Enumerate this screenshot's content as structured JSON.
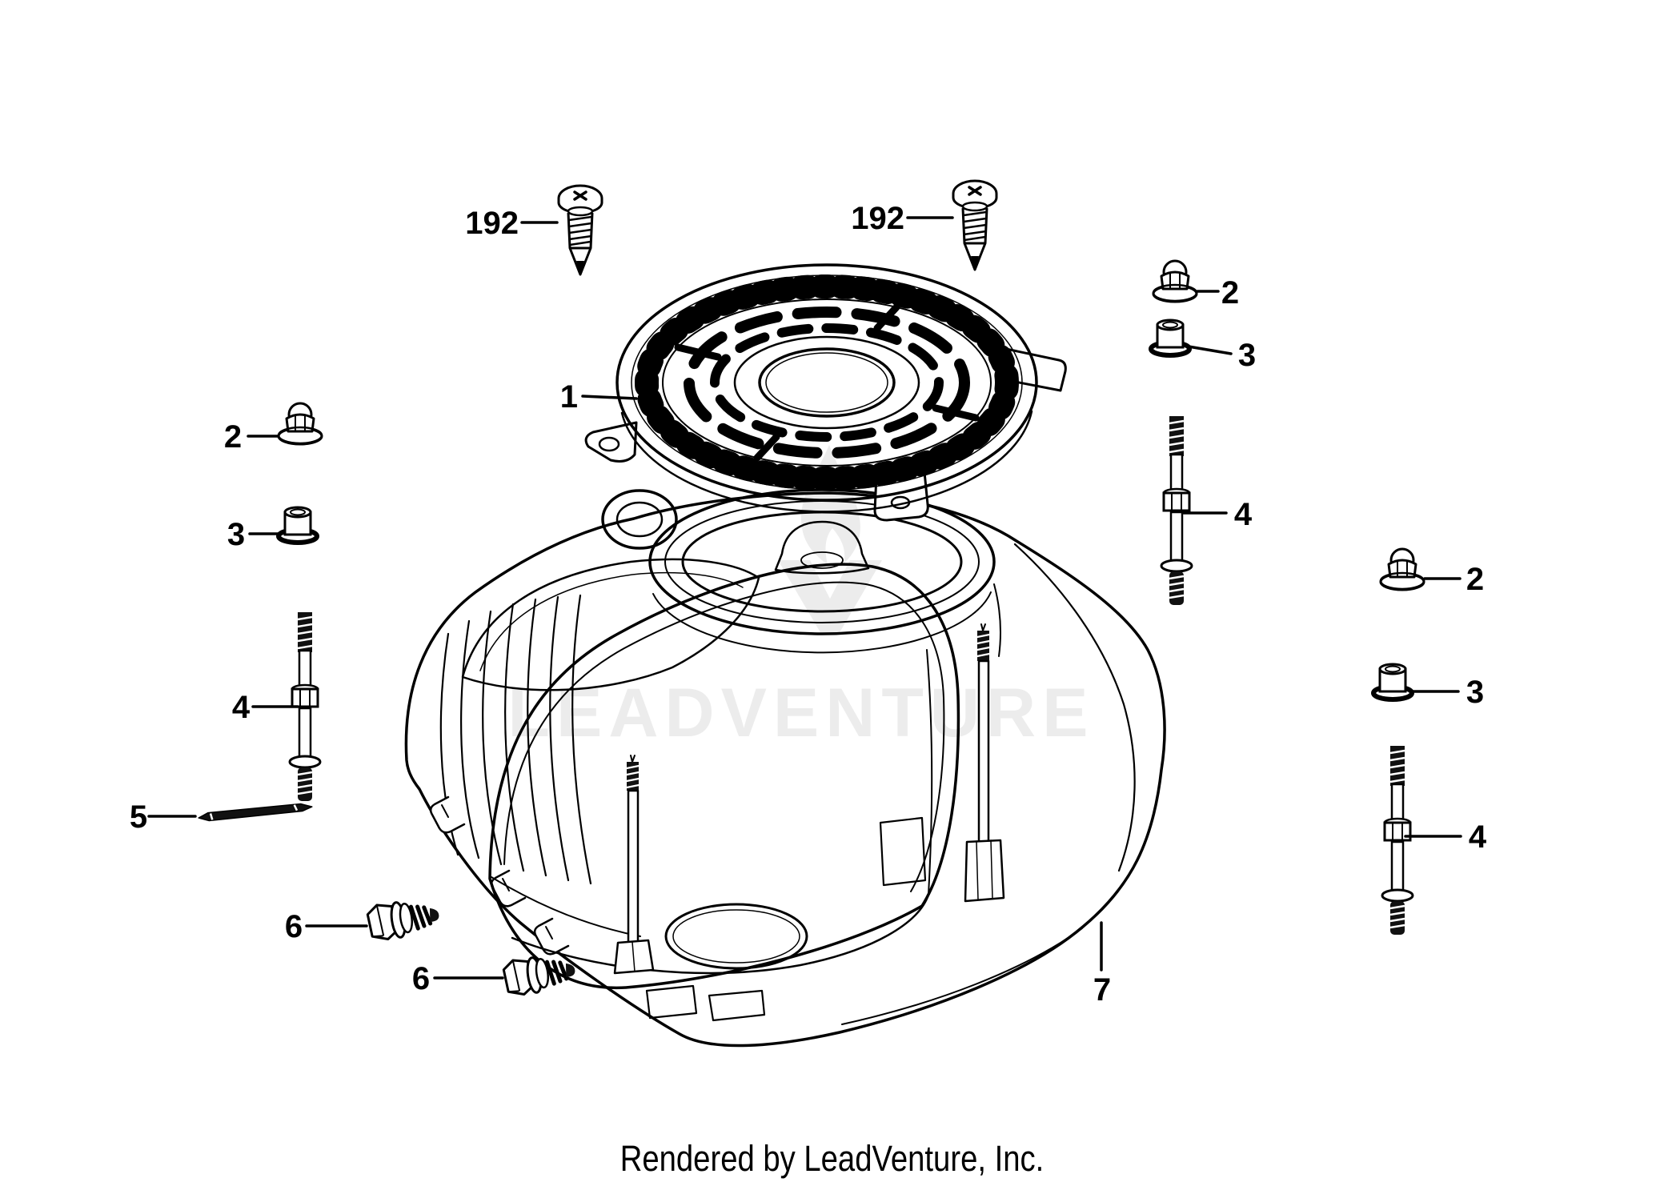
{
  "diagram": {
    "background_color": "#ffffff",
    "line_color": "#000000",
    "watermark": {
      "text": "LEADVENTURE",
      "color": "#ececec"
    },
    "footer": {
      "text": "Rendered by LeadVenture, Inc."
    },
    "callouts": {
      "screw_top_left": "192",
      "screw_top_right": "192",
      "fan_cover": "1",
      "nut_left": "2",
      "nut_top_right": "2",
      "nut_right": "2",
      "spacer_left": "3",
      "spacer_top_right": "3",
      "spacer_right": "3",
      "stud_left": "4",
      "stud_mid_right": "4",
      "stud_right": "4",
      "pin": "5",
      "bolt_upper": "6",
      "bolt_lower": "6",
      "housing": "7"
    }
  }
}
